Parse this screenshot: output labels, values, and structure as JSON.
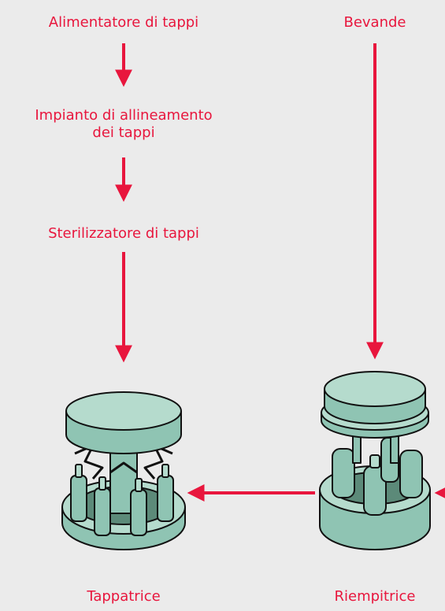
{
  "colors": {
    "background": "#ebebeb",
    "accent": "#e8163d",
    "machine_body": "#8fc4b3",
    "machine_light": "#b5dbcd",
    "machine_dark": "#5c8a79",
    "outline": "#111111"
  },
  "steps": {
    "cap_feeder": "Alimentatore di tappi",
    "cap_alignment": "Impianto di allineamento\ndei tappi",
    "cap_sterilizer": "Sterilizzatore di tappi",
    "beverages": "Bevande"
  },
  "machines": {
    "capper": "Tappatrice",
    "filler": "Riempitrice"
  },
  "icons": [
    "flow-arrow-icon",
    "capper-machine-icon",
    "filler-machine-icon"
  ]
}
